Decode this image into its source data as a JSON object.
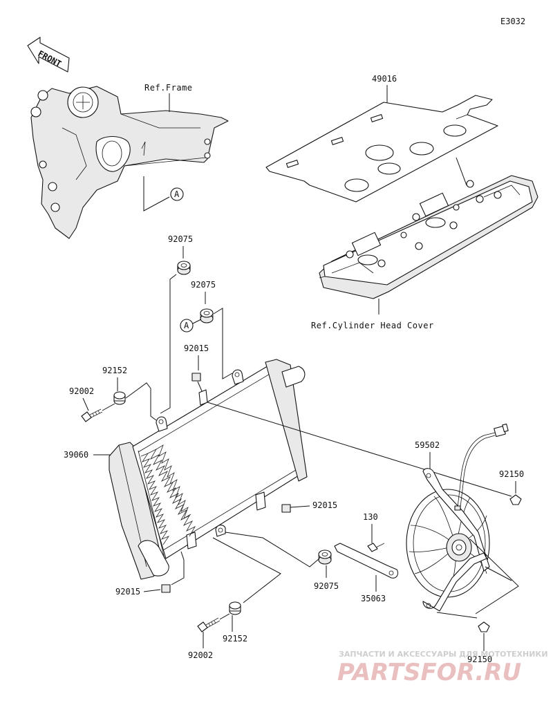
{
  "diagram_code": "E3032",
  "front_label": "FRONT",
  "refs": {
    "frame": "Ref.Frame",
    "cylinder_head_cover": "Ref.Cylinder Head Cover"
  },
  "markers": {
    "a_top": "A",
    "a_mid": "A"
  },
  "parts": {
    "p49016": "49016",
    "p92075_a": "92075",
    "p92075_b": "92075",
    "p92075_c": "92075",
    "p92015_a": "92015",
    "p92015_b": "92015",
    "p92015_c": "92015",
    "p92152_a": "92152",
    "p92152_b": "92152",
    "p92002_a": "92002",
    "p92002_b": "92002",
    "p39060": "39060",
    "p59502": "59502",
    "p92150_a": "92150",
    "p92150_b": "92150",
    "p130": "130",
    "p35063": "35063"
  },
  "watermark": {
    "subtitle": "ЗАПЧАСТИ И АКСЕССУАРЫ ДЛЯ МОТОТЕХНИКИ",
    "brand": "PARTSFOR.RU"
  }
}
